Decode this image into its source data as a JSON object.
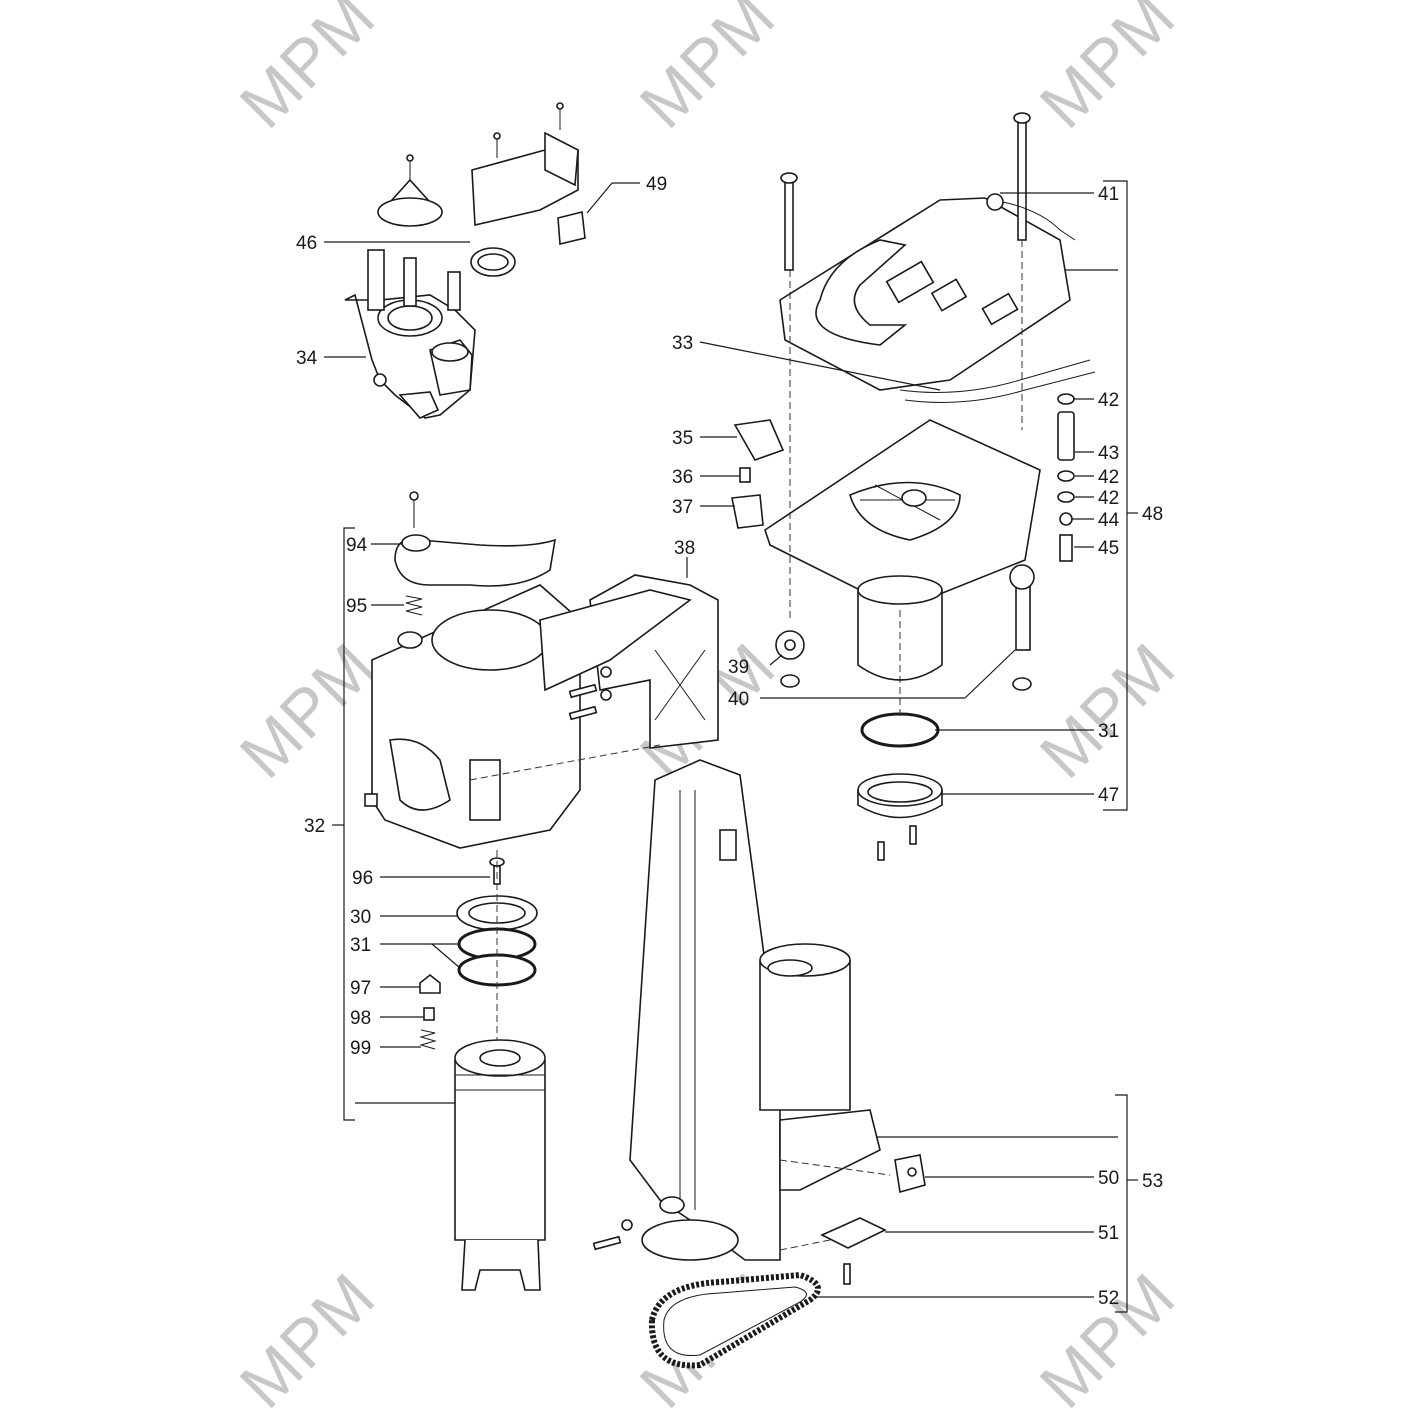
{
  "watermark": {
    "text": "MPM",
    "color": "#9a9a9a"
  },
  "labels": [
    {
      "id": "p49",
      "text": "49"
    },
    {
      "id": "p46",
      "text": "46"
    },
    {
      "id": "p34",
      "text": "34"
    },
    {
      "id": "p41",
      "text": "41"
    },
    {
      "id": "p33",
      "text": "33"
    },
    {
      "id": "p42a",
      "text": "42"
    },
    {
      "id": "p43",
      "text": "43"
    },
    {
      "id": "p42b",
      "text": "42"
    },
    {
      "id": "p42c",
      "text": "42"
    },
    {
      "id": "p44",
      "text": "44"
    },
    {
      "id": "p48",
      "text": "48"
    },
    {
      "id": "p45",
      "text": "45"
    },
    {
      "id": "p35",
      "text": "35"
    },
    {
      "id": "p36",
      "text": "36"
    },
    {
      "id": "p37",
      "text": "37"
    },
    {
      "id": "p38",
      "text": "38"
    },
    {
      "id": "p94",
      "text": "94"
    },
    {
      "id": "p95",
      "text": "95"
    },
    {
      "id": "p39",
      "text": "39"
    },
    {
      "id": "p40",
      "text": "40"
    },
    {
      "id": "p31a",
      "text": "31"
    },
    {
      "id": "p47",
      "text": "47"
    },
    {
      "id": "p32",
      "text": "32"
    },
    {
      "id": "p96",
      "text": "96"
    },
    {
      "id": "p30",
      "text": "30"
    },
    {
      "id": "p31b",
      "text": "31"
    },
    {
      "id": "p97",
      "text": "97"
    },
    {
      "id": "p98",
      "text": "98"
    },
    {
      "id": "p99",
      "text": "99"
    },
    {
      "id": "p50",
      "text": "50"
    },
    {
      "id": "p53",
      "text": "53"
    },
    {
      "id": "p51",
      "text": "51"
    },
    {
      "id": "p52",
      "text": "52"
    }
  ]
}
